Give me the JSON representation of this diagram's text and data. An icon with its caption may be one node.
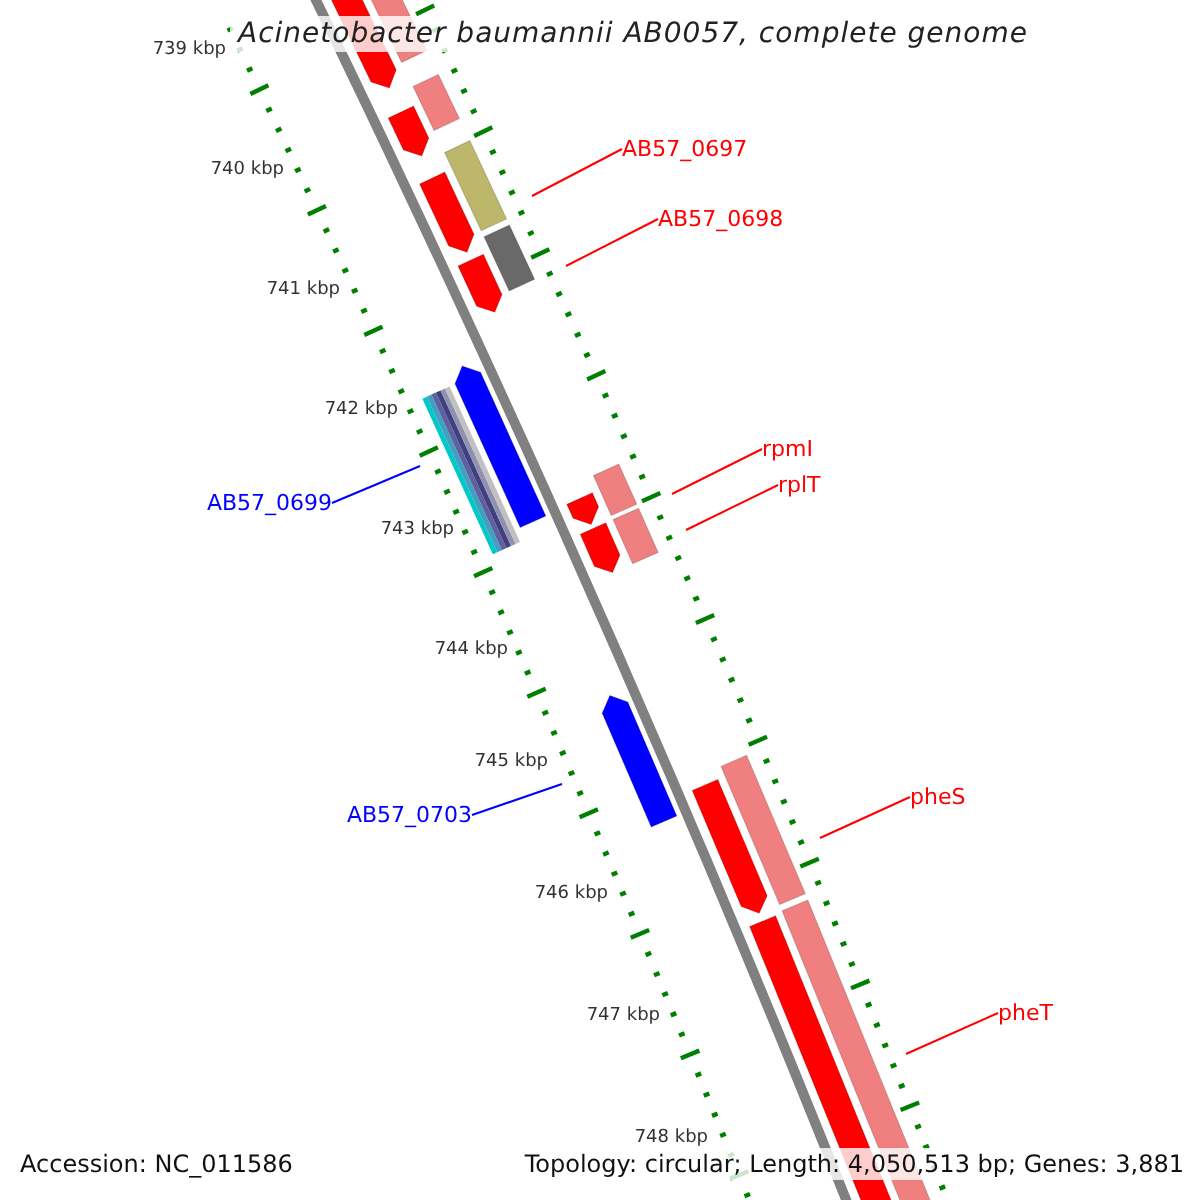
{
  "diagram": {
    "title": "Acinetobacter baumannii AB0057, complete genome",
    "nodes": [
      {
        "text": [
          "AB57_0697"
        ]
      },
      {
        "text": [
          "AB57_0698"
        ]
      },
      {
        "text": [
          "rpmI"
        ]
      },
      {
        "text": [
          "rplT"
        ]
      },
      {
        "text": [
          "AB57_0699"
        ]
      },
      {
        "text": [
          "AB57_0703"
        ]
      },
      {
        "text": [
          "pheS"
        ]
      },
      {
        "text": [
          "pheT"
        ]
      }
    ],
    "edges": [
      {
        "from": 0,
        "to": null,
        "arrow": "none"
      },
      {
        "from": 1,
        "to": null,
        "arrow": "none"
      },
      {
        "from": 2,
        "to": null,
        "arrow": "none"
      },
      {
        "from": 3,
        "to": null,
        "arrow": "none"
      },
      {
        "from": 4,
        "to": null,
        "arrow": "none",
        "color": "#0000ff"
      },
      {
        "from": 5,
        "to": null,
        "arrow": "none",
        "color": "#0000ff"
      },
      {
        "from": 6,
        "to": null,
        "arrow": "none"
      },
      {
        "from": 7,
        "to": null,
        "arrow": "none"
      }
    ],
    "labels": [
      "739 kbp",
      "740 kbp",
      "741 kbp",
      "742 kbp",
      "743 kbp",
      "744 kbp",
      "745 kbp",
      "746 kbp",
      "747 kbp",
      "748 kbp",
      "Accession: NC_011586",
      "Topology: circular; Length: 4,050,513 bp; Genes: 3,881"
    ]
  }
}
